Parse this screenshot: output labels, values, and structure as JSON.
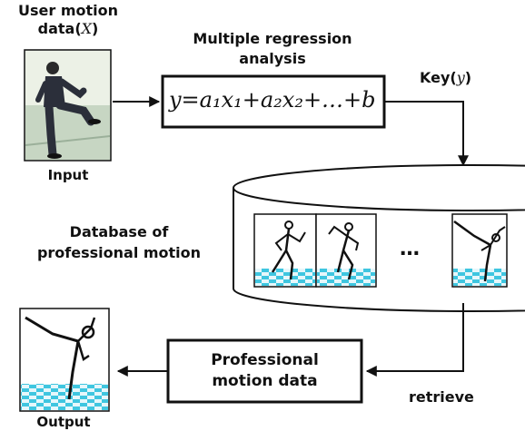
{
  "input": {
    "title_line1": "User motion",
    "title_line2_prefix": "data(",
    "title_line2_var": "X",
    "title_line2_suffix": ")",
    "caption": "Input"
  },
  "regression": {
    "title_line1": "Multiple regression",
    "title_line2": "analysis",
    "formula": "y=a₁x₁+a₂x₂+…+b"
  },
  "key": {
    "prefix": "Key(",
    "var": "y",
    "suffix": ")"
  },
  "database": {
    "label_line1": "Database of",
    "label_line2": "professional motion",
    "ellipsis": "…"
  },
  "output_box": {
    "line1": "Professional",
    "line2": "motion data"
  },
  "retrieve": "retrieve",
  "output": {
    "caption": "Output"
  }
}
